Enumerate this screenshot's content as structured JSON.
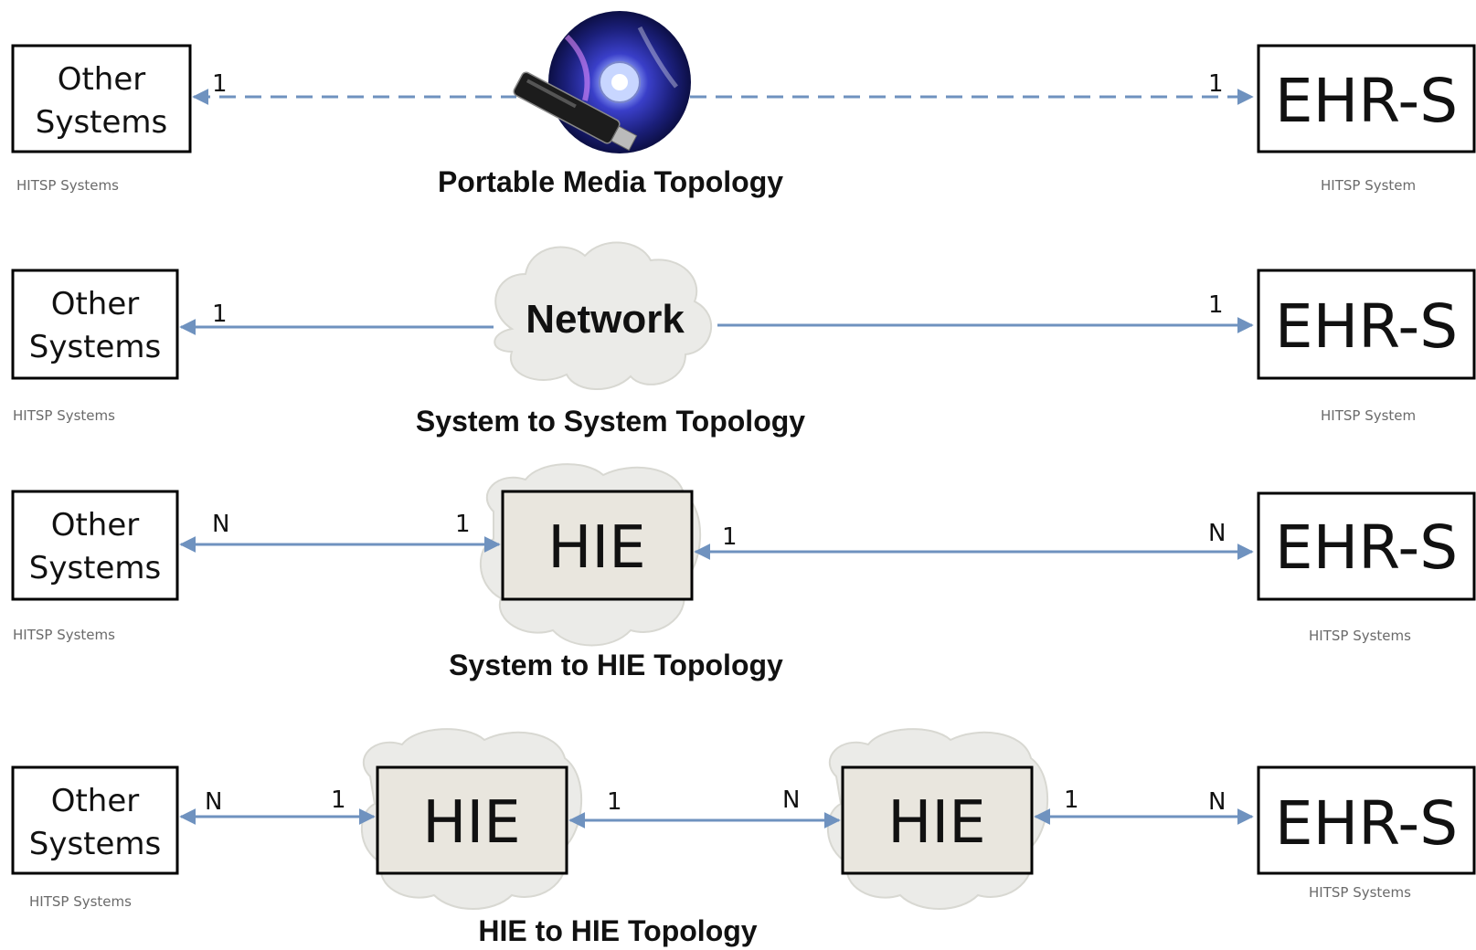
{
  "rows": [
    {
      "title": "Portable Media Topology",
      "left": {
        "lines": [
          "Other",
          "Systems"
        ],
        "caption": "HITSP Systems"
      },
      "right": {
        "label": "EHR-S",
        "caption": "HITSP System"
      },
      "multiplicities": [
        "1",
        "1"
      ]
    },
    {
      "title": "System to System Topology",
      "left": {
        "lines": [
          "Other",
          "Systems"
        ],
        "caption": "HITSP Systems"
      },
      "right": {
        "label": "EHR-S",
        "caption": "HITSP System"
      },
      "network_label": "Network",
      "multiplicities": [
        "1",
        "1"
      ]
    },
    {
      "title": "System to HIE Topology",
      "left": {
        "lines": [
          "Other",
          "Systems"
        ],
        "caption": "HITSP Systems"
      },
      "hie_label": "HIE",
      "right": {
        "label": "EHR-S",
        "caption": "HITSP Systems"
      },
      "multiplicities": [
        "N",
        "1",
        "1",
        "N"
      ]
    },
    {
      "title": "HIE to HIE Topology",
      "left": {
        "lines": [
          "Other",
          "Systems"
        ],
        "caption": "HITSP Systems"
      },
      "hie_labels": [
        "HIE",
        "HIE"
      ],
      "right": {
        "label": "EHR-S",
        "caption": "HITSP Systems"
      },
      "multiplicities": [
        "N",
        "1",
        "1",
        "N",
        "1",
        "N"
      ]
    }
  ],
  "colors": {
    "connector": "#6f92bf",
    "hie_fill": "#e9e6de",
    "cloud": "#ebebe8"
  },
  "icons": [
    "cd-disc-icon",
    "usb-drive-icon",
    "network-cloud-icon"
  ]
}
